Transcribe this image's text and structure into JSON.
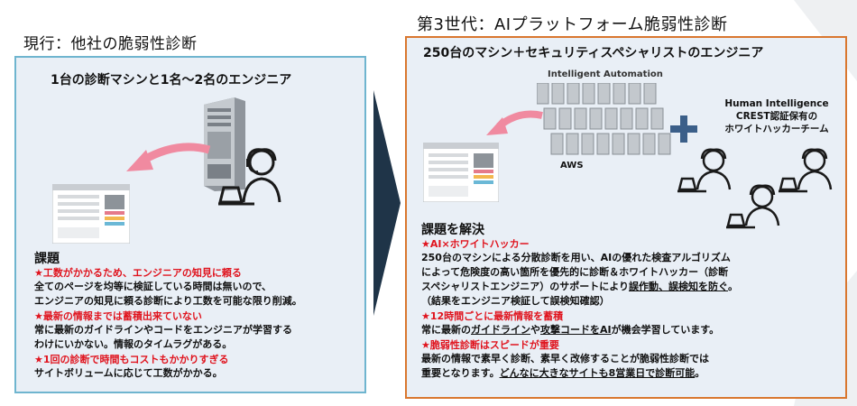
{
  "colors": {
    "panel_bg": "#e9eff6",
    "left_border": "#6fb5cf",
    "right_border": "#d9772f",
    "highlight": "#e0141e",
    "arrow": "#f08aa0",
    "chevron": "#1f3448"
  },
  "left": {
    "heading": "現行：他社の脆弱性診断",
    "title": "1台の診断マシンと1名～2名のエンジニア",
    "issues_title": "課題",
    "issues": [
      {
        "headline": "★工数がかかるため、エンジニアの知見に頼る",
        "lines": [
          "全てのページを均等に検証している時間は無いので、",
          "エンジニアの知見に頼る診断により工数を可能な限り削減。"
        ]
      },
      {
        "headline": "★最新の情報までは蓄積出来ていない",
        "lines": [
          "常に最新のガイドラインやコードをエンジニアが学習する",
          "わけにいかない。情報のタイムラグがある。"
        ]
      },
      {
        "headline": "★1回の診断で時間もコストもかかりすぎる",
        "lines": [
          "サイトボリュームに応じて工数がかかる。"
        ]
      }
    ]
  },
  "right": {
    "heading": "第3世代：AIプラットフォーム脆弱性診断",
    "title": "250台のマシン＋セキュリティスペシャリストのエンジニア",
    "ia_label": "Intelligent Automation",
    "aws_label": "AWS",
    "plus": "+",
    "human_label_1": "Human Intelligence",
    "human_label_2": "CREST認証保有の",
    "human_label_3": "ホワイトハッカーチーム",
    "solution_title": "課題を解決",
    "h1": "★AI×ホワイトハッカー",
    "p1_l1": "250台のマシンによる分散診断を用い、AIの優れた検査アルゴリズム",
    "p1_l2": "によって危険度の高い箇所を優先的に診断＆ホワイトハッカー（診断",
    "p1_l3a": "スペシャリストエンジニア）のサポートにより",
    "p1_l3b": "誤作動、誤検知を防ぐ",
    "p1_l3c": "。",
    "p1_l4": "（結果をエンジニア検証して誤検知確認）",
    "h2": "★12時間ごとに最新情報を蓄積",
    "p2_a": "常に最新の",
    "p2_b": "ガイドライン",
    "p2_c": "や",
    "p2_d": "攻撃コードをAI",
    "p2_e": "が機会学習しています。",
    "h3": "★脆弱性診断はスピードが重要",
    "p3_l1": "最新の情報で素早く診断、素早く改修することが脆弱性診断では",
    "p3_l2a": "重要となります。",
    "p3_l2b": "どんなに大きなサイトも8営業日で診断可能",
    "p3_l2c": "。"
  }
}
